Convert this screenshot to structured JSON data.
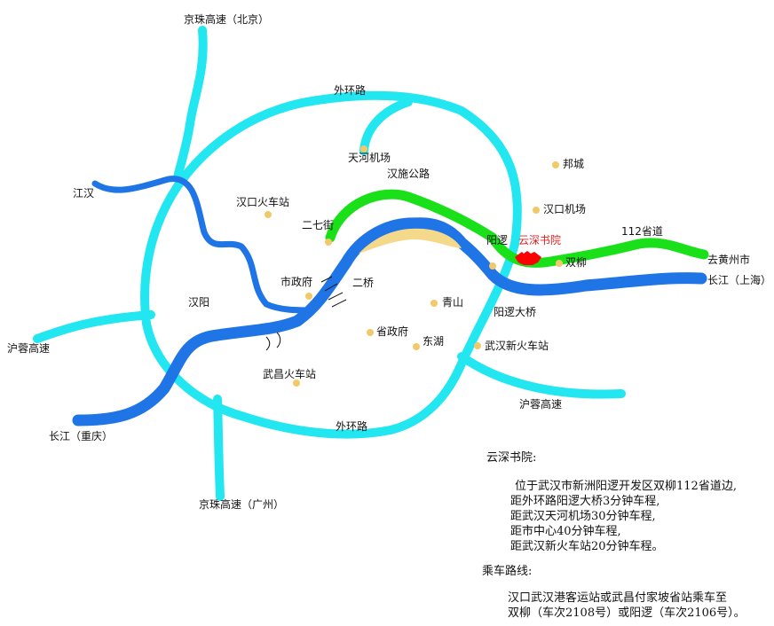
{
  "colors": {
    "ring_road": "#22e6f0",
    "river": "#1f74e6",
    "sand_island": "#f5d98b",
    "highlight_road": "#19e019",
    "dot": "#f2c96a",
    "destination": "#ff0000",
    "destination_label": "#e02020"
  },
  "map": {
    "highways": {
      "jingzhu_north": "京珠高速（北京）",
      "jingzhu_south": "京珠高速（广州）",
      "hurong_west": "沪蓉高速",
      "hurong_east": "沪蓉高速"
    },
    "rivers": {
      "hanjiang": "江汉",
      "changjiang_west": "长江（重庆）",
      "changjiang_east": "长江（上海）"
    },
    "roads": {
      "ring_road_top": "外环路",
      "ring_road_bottom": "外环路",
      "hanshi_road": "汉施公路",
      "provincial_112": "112省道",
      "to_huangzhou": "去黄州市"
    },
    "places": {
      "tianhe_airport": "天河机场",
      "bangcheng": "邦城",
      "hankou_airport": "汉口机场",
      "hankou_station": "汉口火车站",
      "erqi_street": "二七街",
      "yangluo": "阳逻",
      "shuangliu": "双柳",
      "city_hall": "市政府",
      "second_bridge": "二桥",
      "hanyang": "汉阳",
      "qingshan": "青山",
      "yangluo_bridge": "阳逻大桥",
      "provincial_gov": "省政府",
      "donghu": "东湖",
      "wuhan_new_station": "武汉新火车站",
      "wuchang_station": "武昌火车站"
    },
    "destination": "云深书院"
  },
  "info": {
    "title": "云深书院:",
    "lines": [
      "位于武汉市新洲阳逻开发区双柳112省道边,",
      "距外环路阳逻大桥3分钟车程,",
      "距武汉天河机场30分钟车程,",
      "距市中心40分钟车程,",
      "距武汉新火车站20分钟车程。"
    ],
    "route_title": "乘车路线:",
    "route_lines": [
      "汉口武汉港客运站或武昌付家坡省站乘车至",
      "双柳（车次2108号）或阳逻（车次2106号）。"
    ]
  }
}
